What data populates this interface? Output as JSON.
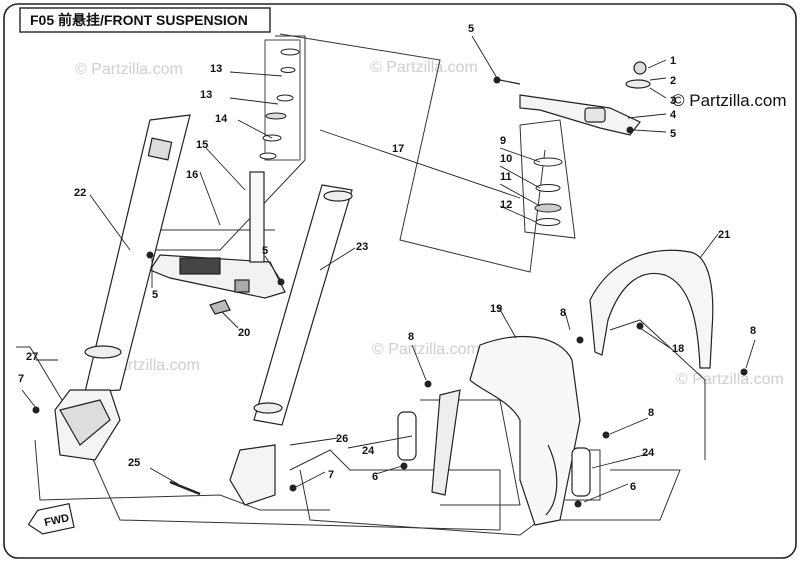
{
  "title": "F05 前悬挂/FRONT SUSPENSION",
  "watermark": "© Partzilla.com",
  "copyright": "© Partzilla.com",
  "fwd_label": "FWD",
  "callouts": [
    {
      "id": "c1",
      "text": "1"
    },
    {
      "id": "c2",
      "text": "2"
    },
    {
      "id": "c3",
      "text": "3"
    },
    {
      "id": "c4",
      "text": "4"
    },
    {
      "id": "c5a",
      "text": "5"
    },
    {
      "id": "c5b",
      "text": "5"
    },
    {
      "id": "c5c",
      "text": "5"
    },
    {
      "id": "c5d",
      "text": "5"
    },
    {
      "id": "c6a",
      "text": "6"
    },
    {
      "id": "c6b",
      "text": "6"
    },
    {
      "id": "c7a",
      "text": "7"
    },
    {
      "id": "c7b",
      "text": "7"
    },
    {
      "id": "c8a",
      "text": "8"
    },
    {
      "id": "c8b",
      "text": "8"
    },
    {
      "id": "c8c",
      "text": "8"
    },
    {
      "id": "c8d",
      "text": "8"
    },
    {
      "id": "c9",
      "text": "9"
    },
    {
      "id": "c10",
      "text": "10"
    },
    {
      "id": "c11",
      "text": "11"
    },
    {
      "id": "c12",
      "text": "12"
    },
    {
      "id": "c13a",
      "text": "13"
    },
    {
      "id": "c13b",
      "text": "13"
    },
    {
      "id": "c14",
      "text": "14"
    },
    {
      "id": "c15",
      "text": "15"
    },
    {
      "id": "c16",
      "text": "16"
    },
    {
      "id": "c17",
      "text": "17"
    },
    {
      "id": "c18",
      "text": "18"
    },
    {
      "id": "c19",
      "text": "19"
    },
    {
      "id": "c20",
      "text": "20"
    },
    {
      "id": "c21",
      "text": "21"
    },
    {
      "id": "c22",
      "text": "22"
    },
    {
      "id": "c23",
      "text": "23"
    },
    {
      "id": "c24a",
      "text": "24"
    },
    {
      "id": "c24b",
      "text": "24"
    },
    {
      "id": "c25",
      "text": "25"
    },
    {
      "id": "c26",
      "text": "26"
    },
    {
      "id": "c27",
      "text": "27"
    }
  ]
}
